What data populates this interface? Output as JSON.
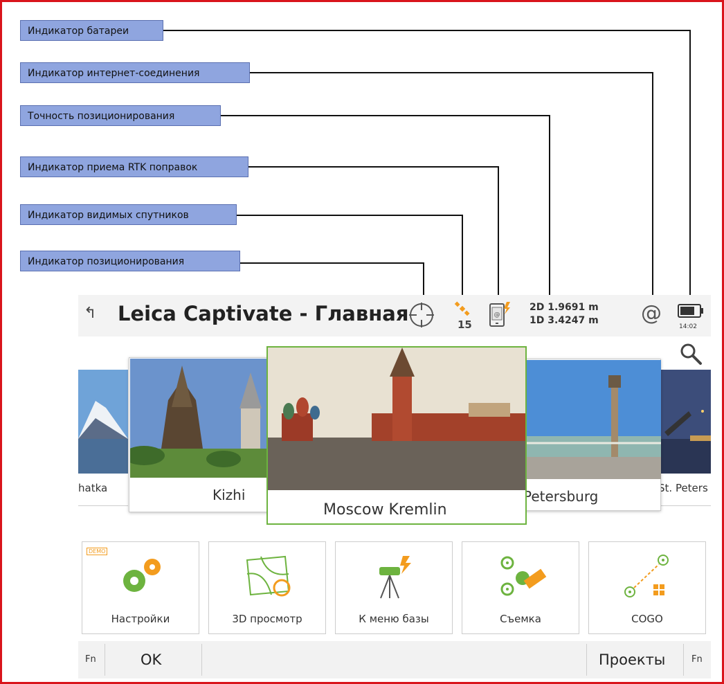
{
  "callouts": {
    "battery": "Индикатор батареи",
    "internet": "Индикатор интернет-соединения",
    "accuracy": "Точность позиционирования",
    "rtk": "Индикатор приема RTK поправок",
    "satellites": "Индикатор видимых спутников",
    "positioning": "Индикатор позиционирования"
  },
  "titlebar": {
    "title": "Leica Captivate - Главная",
    "satellite_count": "15",
    "accuracy_2d": "2D 1.9691 m",
    "accuracy_1d": "1D 3.4247 m",
    "internet_symbol": "@",
    "time": "14:02"
  },
  "carousel": {
    "items": [
      {
        "label": "hatka"
      },
      {
        "label": "Kizhi"
      },
      {
        "label": "Moscow Kremlin"
      },
      {
        "label": "Petersburg"
      },
      {
        "label": "St. Peters"
      }
    ]
  },
  "tiles": [
    {
      "label": "Настройки",
      "icon": "settings-gears-icon",
      "badge": "DEMO"
    },
    {
      "label": "3D просмотр",
      "icon": "3d-view-icon"
    },
    {
      "label": "К меню базы",
      "icon": "base-station-icon"
    },
    {
      "label": "Съемка",
      "icon": "survey-icon"
    },
    {
      "label": "COGO",
      "icon": "cogo-icon"
    }
  ],
  "bottombar": {
    "fn_left": "Fn",
    "ok": "OK",
    "projects": "Проекты",
    "fn_right": "Fn"
  },
  "colors": {
    "frame": "#d9141b",
    "callout_bg": "#8fa5df",
    "accent_green": "#6db33f",
    "accent_orange": "#f39c1e"
  }
}
